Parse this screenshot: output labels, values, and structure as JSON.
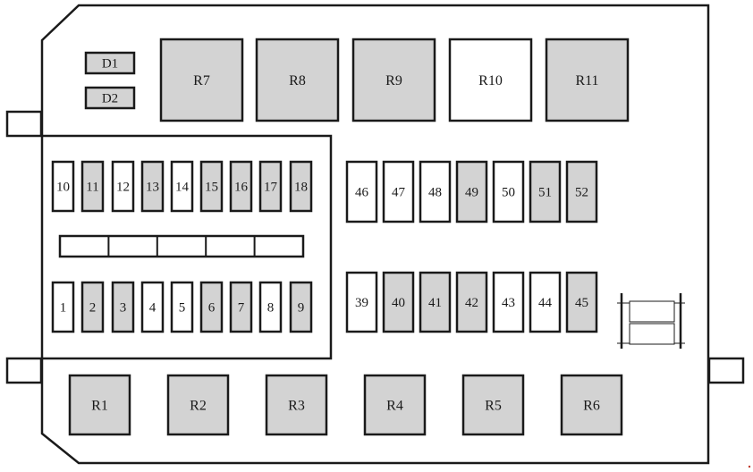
{
  "colors": {
    "outline": "#1a1a1a",
    "shaded": "#d3d3d3",
    "plain": "#ffffff"
  },
  "diodes": [
    {
      "id": "d1",
      "label": "D1",
      "shaded": true
    },
    {
      "id": "d2",
      "label": "D2",
      "shaded": true
    }
  ],
  "top_relays": [
    {
      "id": "r7",
      "label": "R7",
      "shaded": true
    },
    {
      "id": "r8",
      "label": "R8",
      "shaded": true
    },
    {
      "id": "r9",
      "label": "R9",
      "shaded": true
    },
    {
      "id": "r10",
      "label": "R10",
      "shaded": false
    },
    {
      "id": "r11",
      "label": "R11",
      "shaded": true
    }
  ],
  "bottom_relays": [
    {
      "id": "r1",
      "label": "R1",
      "shaded": true
    },
    {
      "id": "r2",
      "label": "R2",
      "shaded": true
    },
    {
      "id": "r3",
      "label": "R3",
      "shaded": true
    },
    {
      "id": "r4",
      "label": "R4",
      "shaded": true
    },
    {
      "id": "r5",
      "label": "R5",
      "shaded": true
    },
    {
      "id": "r6",
      "label": "R6",
      "shaded": true
    }
  ],
  "fuse_row_upper": [
    {
      "label": "10",
      "shaded": false
    },
    {
      "label": "11",
      "shaded": true
    },
    {
      "label": "12",
      "shaded": false
    },
    {
      "label": "13",
      "shaded": true
    },
    {
      "label": "14",
      "shaded": false
    },
    {
      "label": "15",
      "shaded": true
    },
    {
      "label": "16",
      "shaded": true
    },
    {
      "label": "17",
      "shaded": true
    },
    {
      "label": "18",
      "shaded": true
    }
  ],
  "fuse_row_lower": [
    {
      "label": "1",
      "shaded": false
    },
    {
      "label": "2",
      "shaded": true
    },
    {
      "label": "3",
      "shaded": true
    },
    {
      "label": "4",
      "shaded": false
    },
    {
      "label": "5",
      "shaded": false
    },
    {
      "label": "6",
      "shaded": true
    },
    {
      "label": "7",
      "shaded": true
    },
    {
      "label": "8",
      "shaded": false
    },
    {
      "label": "9",
      "shaded": true
    }
  ],
  "maxi_row_upper": [
    {
      "label": "46",
      "shaded": false
    },
    {
      "label": "47",
      "shaded": false
    },
    {
      "label": "48",
      "shaded": false
    },
    {
      "label": "49",
      "shaded": true
    },
    {
      "label": "50",
      "shaded": false
    },
    {
      "label": "51",
      "shaded": true
    },
    {
      "label": "52",
      "shaded": true
    }
  ],
  "maxi_row_lower": [
    {
      "label": "39",
      "shaded": false
    },
    {
      "label": "40",
      "shaded": true
    },
    {
      "label": "41",
      "shaded": true
    },
    {
      "label": "42",
      "shaded": true
    },
    {
      "label": "43",
      "shaded": false
    },
    {
      "label": "44",
      "shaded": false
    },
    {
      "label": "45",
      "shaded": true
    }
  ],
  "spare_strip_slots": 5
}
